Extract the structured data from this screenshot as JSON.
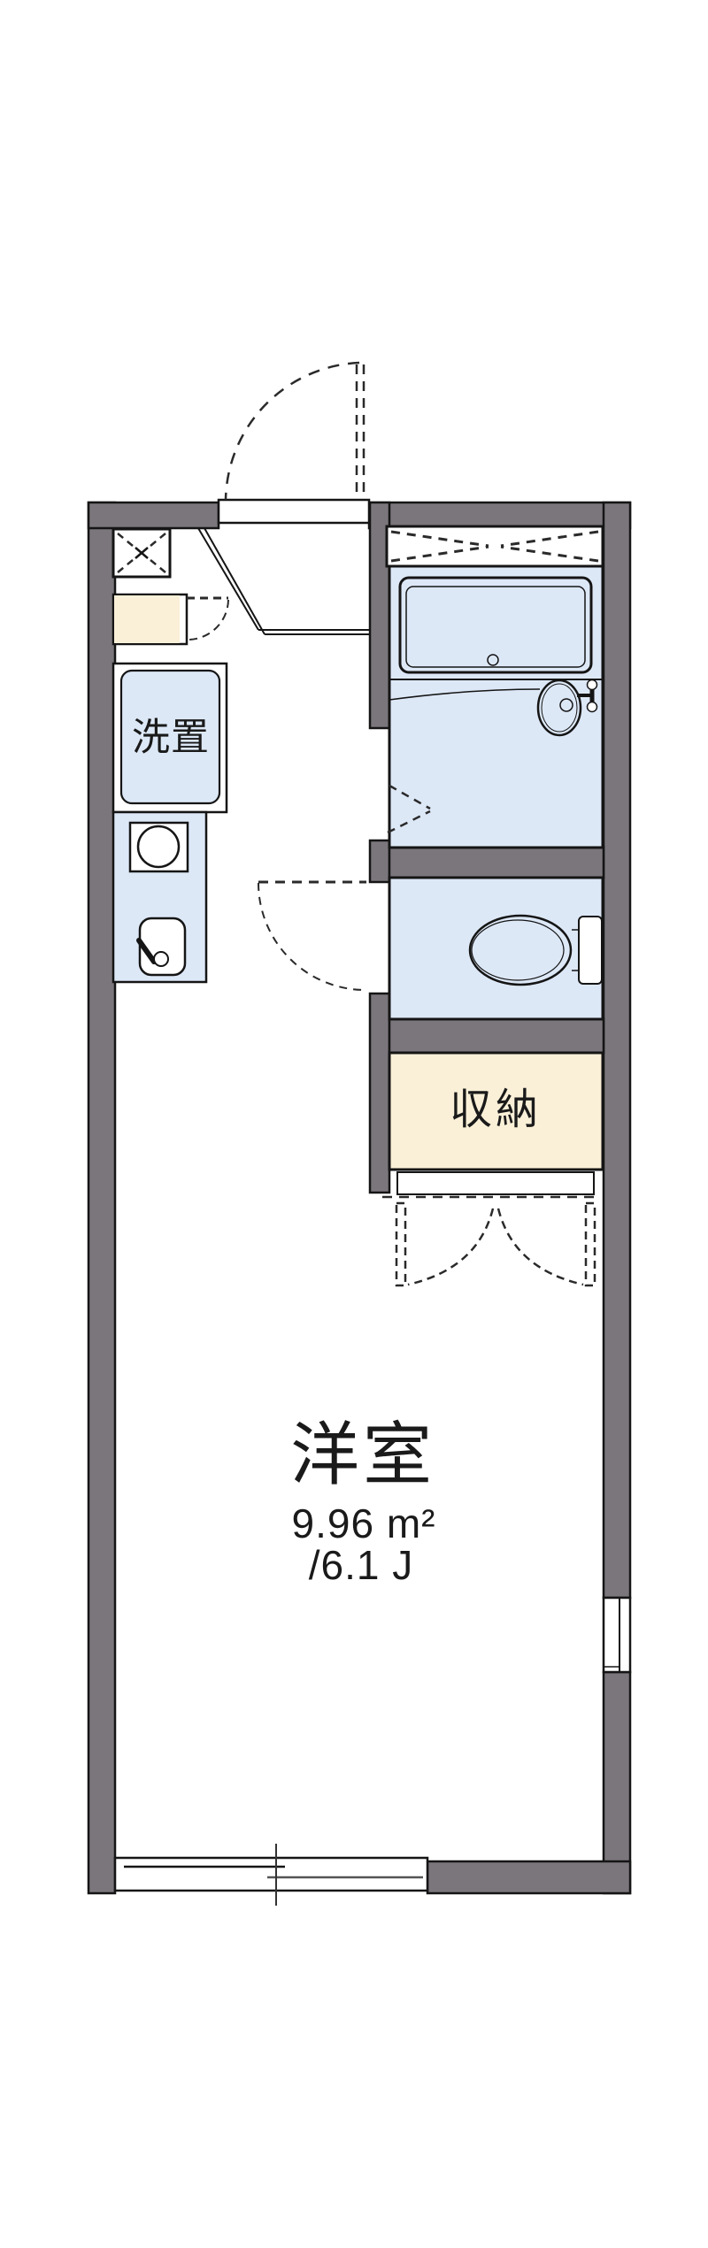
{
  "floorplan": {
    "main_room": {
      "name": "洋室",
      "area_m2": "9.96 m²",
      "area_tatami": "/6.1 J"
    },
    "labels": {
      "laundry": "洗置",
      "storage": "収納"
    },
    "colors": {
      "wall_gray": "#7b767c",
      "room_blue": "#dde8f7",
      "storage_beige": "#faf0d8",
      "line_black": "#151515",
      "background": "#ffffff"
    },
    "fixtures": [
      "entrance-door",
      "meter-box",
      "shoe-cabinet",
      "washing-machine-space",
      "stove-burner",
      "kitchen-sink",
      "overhead-shelf",
      "bathtub",
      "wash-basin",
      "bathroom-folding-door",
      "toilet",
      "toilet-door",
      "storage-closet",
      "closet-double-doors",
      "side-window",
      "sliding-window"
    ]
  }
}
